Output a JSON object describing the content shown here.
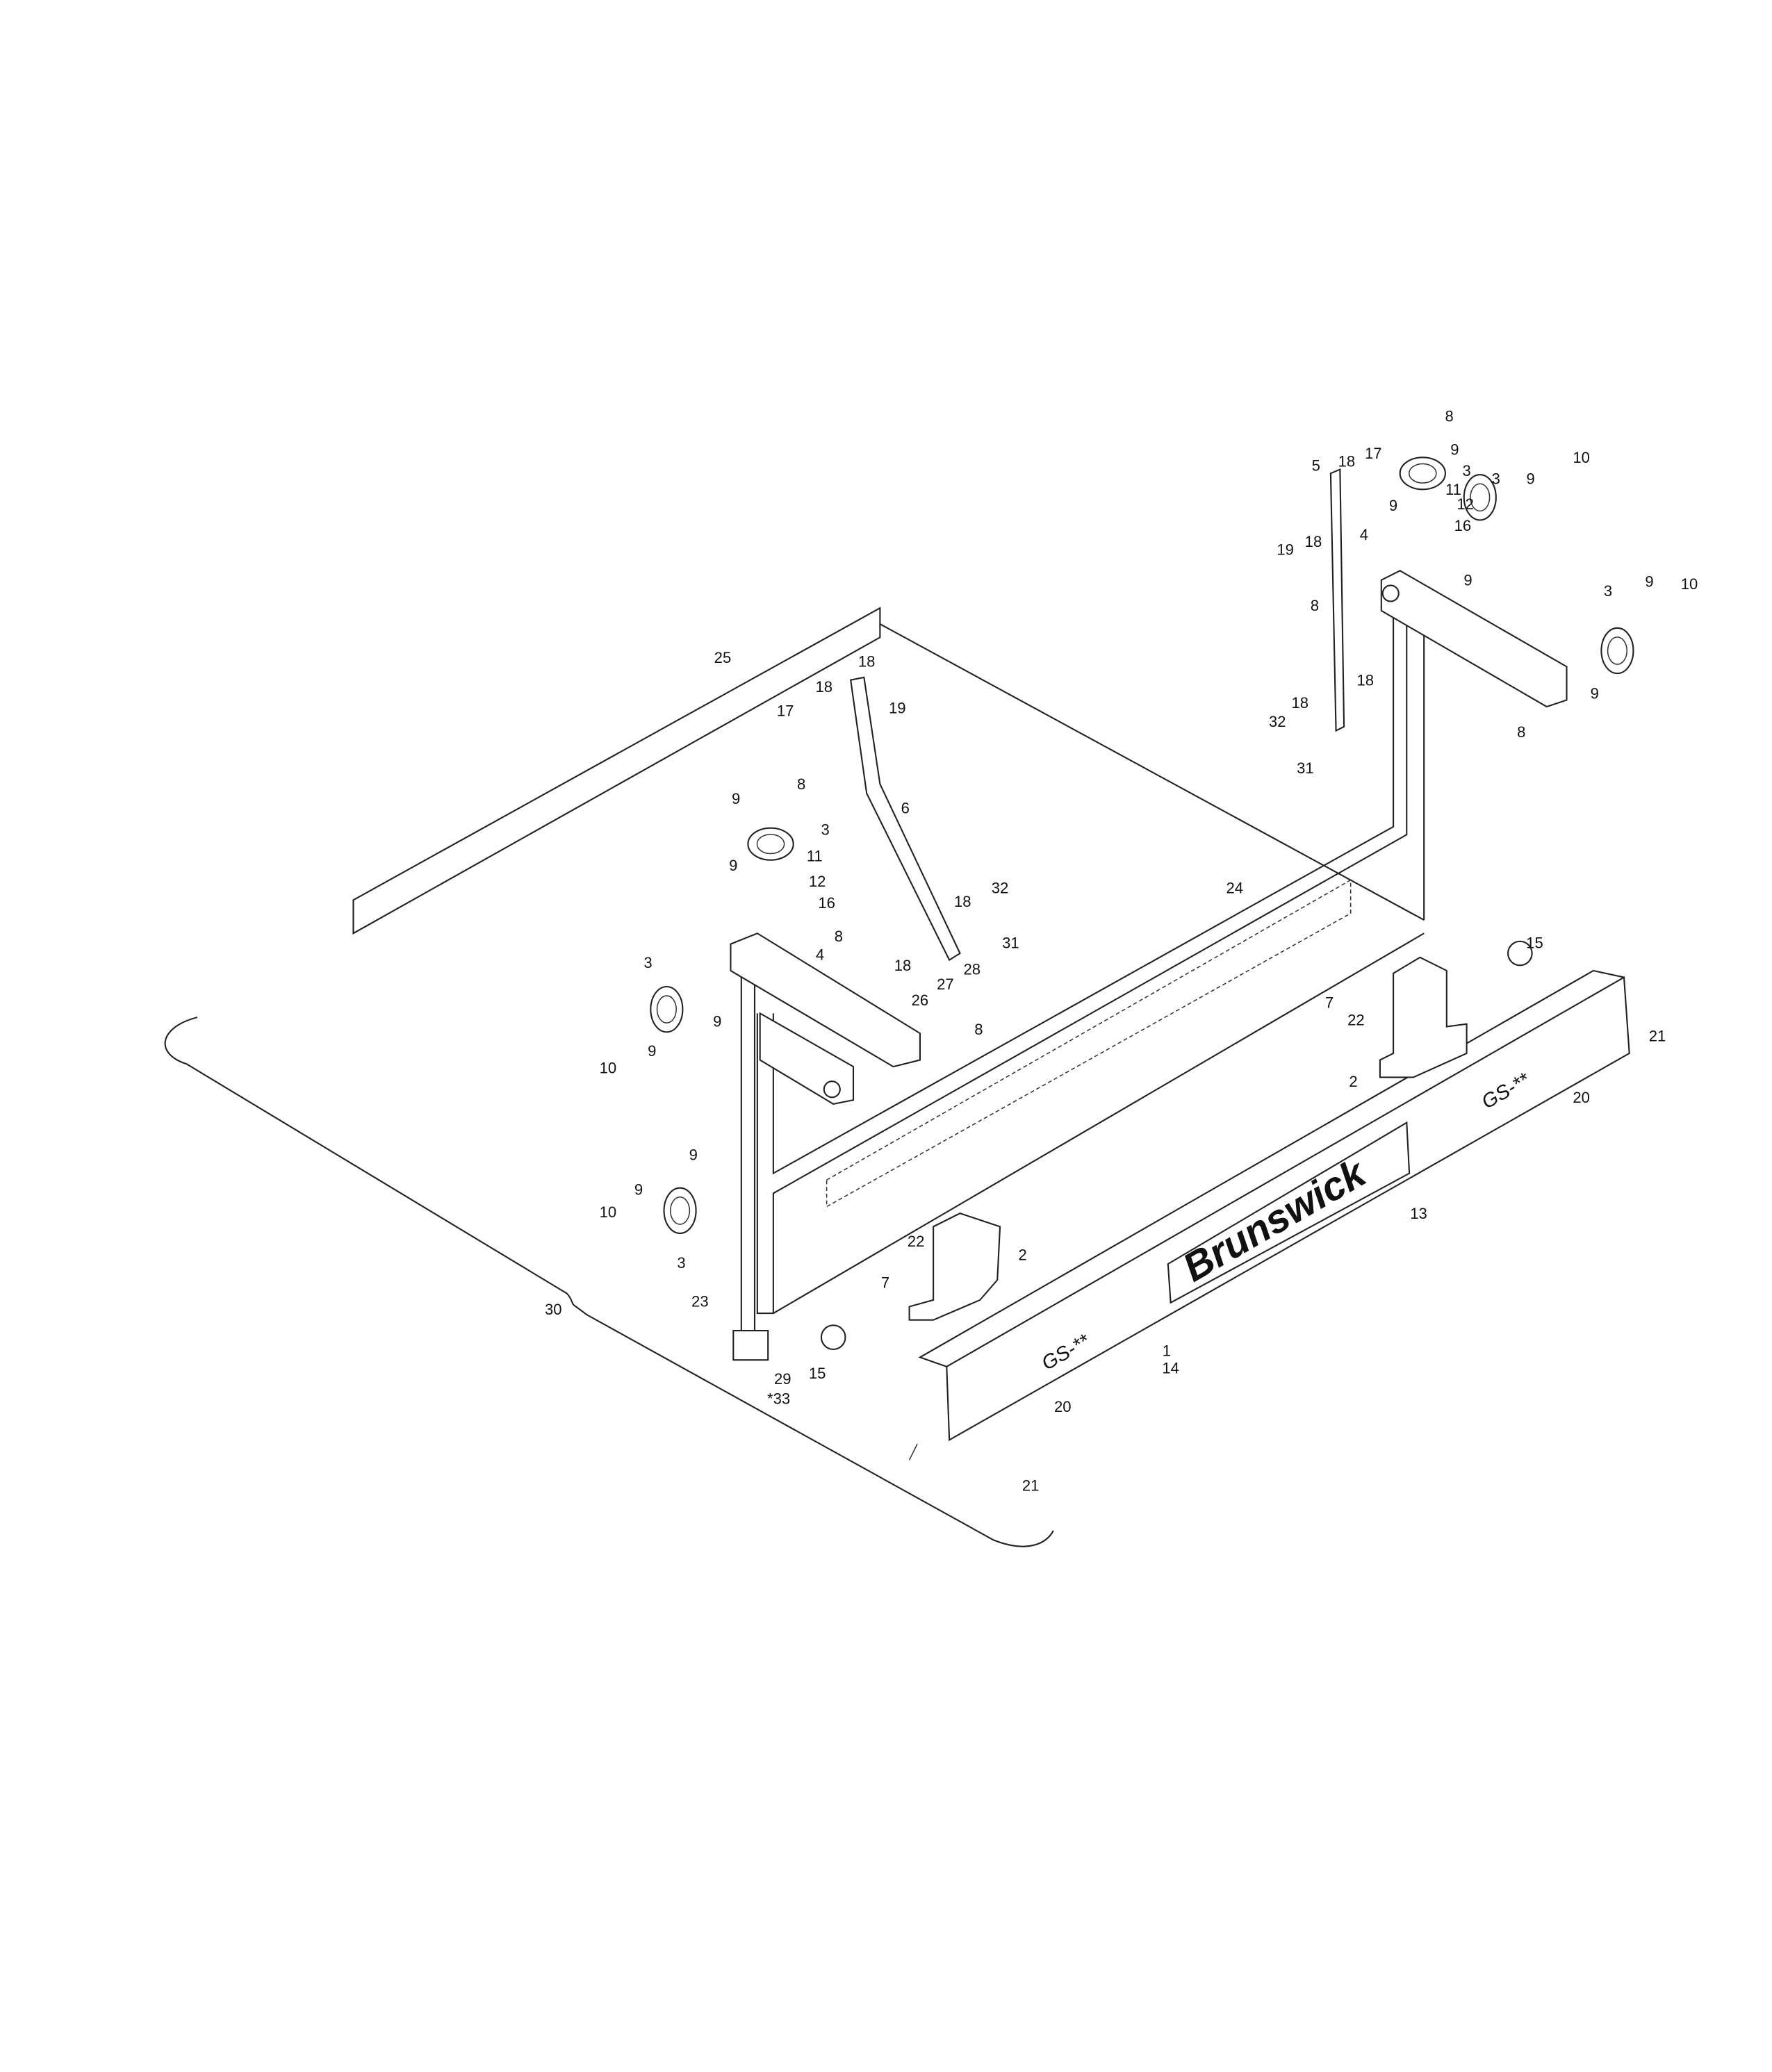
{
  "diagram": {
    "brand_logo_text": "Brunswick",
    "frame_marking_left": "GS-**",
    "frame_marking_right": "GS-**",
    "callouts": [
      "8",
      "9",
      "17",
      "18",
      "5",
      "3",
      "10",
      "3",
      "9",
      "9",
      "11",
      "12",
      "16",
      "19",
      "18",
      "4",
      "9",
      "8",
      "3",
      "9",
      "10",
      "9",
      "8",
      "18",
      "18",
      "32",
      "31",
      "25",
      "18",
      "18",
      "19",
      "17",
      "6",
      "8",
      "9",
      "3",
      "9",
      "11",
      "12",
      "16",
      "8",
      "4",
      "18",
      "18",
      "32",
      "31",
      "28",
      "27",
      "26",
      "8",
      "3",
      "9",
      "9",
      "10",
      "24",
      "15",
      "7",
      "22",
      "21",
      "2",
      "20",
      "13",
      "9",
      "9",
      "10",
      "3",
      "22",
      "2",
      "7",
      "23",
      "30",
      "29",
      "*33",
      "15",
      "1",
      "14",
      "20",
      "21"
    ]
  }
}
